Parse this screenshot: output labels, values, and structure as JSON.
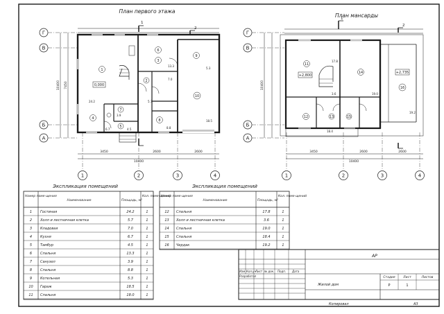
{
  "plan1": {
    "title": "План первого этажа",
    "section_mark": "1",
    "section_mark2": "2",
    "dim_total": "10400",
    "dim_left": "7450",
    "dims_bottom": [
      "3450",
      "2600",
      "2600"
    ],
    "axes_letters": [
      "Г",
      "В",
      "Б",
      "А"
    ],
    "axes_numbers": [
      "1",
      "2",
      "3",
      "4"
    ],
    "level_mark": "0,000",
    "rooms": [
      "1",
      "2",
      "3",
      "4",
      "5",
      "6",
      "7",
      "8",
      "9",
      "10"
    ],
    "room_areas": [
      "24.2",
      "5.7",
      "7.0",
      "6.7",
      "4.5",
      "13.3",
      "3.9",
      "8.8",
      "5.3",
      "18.5"
    ]
  },
  "plan2": {
    "title": "План мансарды",
    "section_mark": "1",
    "section_mark2": "2",
    "dim_total": "10400",
    "dims_bottom": [
      "3450",
      "2600",
      "2600"
    ],
    "axes_letters": [
      "Г",
      "В",
      "Б",
      "А"
    ],
    "axes_numbers": [
      "1",
      "2",
      "3",
      "4"
    ],
    "level_left": "+2,800",
    "level_right": "+2,735",
    "rooms": [
      "11",
      "12",
      "13",
      "14",
      "15",
      "16"
    ],
    "room_areas": [
      "17.8",
      "3.6",
      "19.0",
      "18.4",
      "19.2"
    ]
  },
  "table1": {
    "title": "Экспликация помещений",
    "headers": [
      "Номер поме-щения",
      "Наименование",
      "Площадь, м²",
      "Кол. поме-щений"
    ],
    "rows": [
      [
        "1",
        "Гостиная",
        "24.2",
        "1"
      ],
      [
        "2",
        "Холл и лестничная клетка",
        "5.7",
        "1"
      ],
      [
        "3",
        "Кладовая",
        "7.0",
        "1"
      ],
      [
        "4",
        "Кухня",
        "6.7",
        "1"
      ],
      [
        "5",
        "Тамбур",
        "4.5",
        "1"
      ],
      [
        "6",
        "Спальня",
        "13.3",
        "1"
      ],
      [
        "7",
        "Санузел",
        "3.9",
        "1"
      ],
      [
        "8",
        "Спальня",
        "8.8",
        "1"
      ],
      [
        "9",
        "Котельная",
        "5.3",
        "1"
      ],
      [
        "10",
        "Гараж",
        "18.5",
        "1"
      ],
      [
        "11",
        "Спальня",
        "18.0",
        "1"
      ]
    ]
  },
  "table2": {
    "title": "Экспликация помещений",
    "headers": [
      "Номер поме-щения",
      "Наименование",
      "Площадь, м²",
      "Кол. поме-щений"
    ],
    "rows": [
      [
        "12",
        "Спальня",
        "17.8",
        "1"
      ],
      [
        "13",
        "Холл и лестничная клетка",
        "3.6",
        "1"
      ],
      [
        "14",
        "Спальня",
        "19.0",
        "1"
      ],
      [
        "15",
        "Спальня",
        "18.4",
        "1"
      ],
      [
        "16",
        "Чердак",
        "19.2",
        "1"
      ]
    ]
  },
  "stamp": {
    "code": "АР",
    "headers": [
      "Изм",
      "Кол.уч",
      "Лист",
      "№ док.",
      "Подп.",
      "Дата"
    ],
    "developer": "Разработал",
    "project": "Жилой дом",
    "stage_labels": [
      "Стадия",
      "Лист",
      "Листов"
    ],
    "stage_values": [
      "Р",
      "1",
      ""
    ],
    "copied": "Копировал",
    "format": "А3"
  }
}
